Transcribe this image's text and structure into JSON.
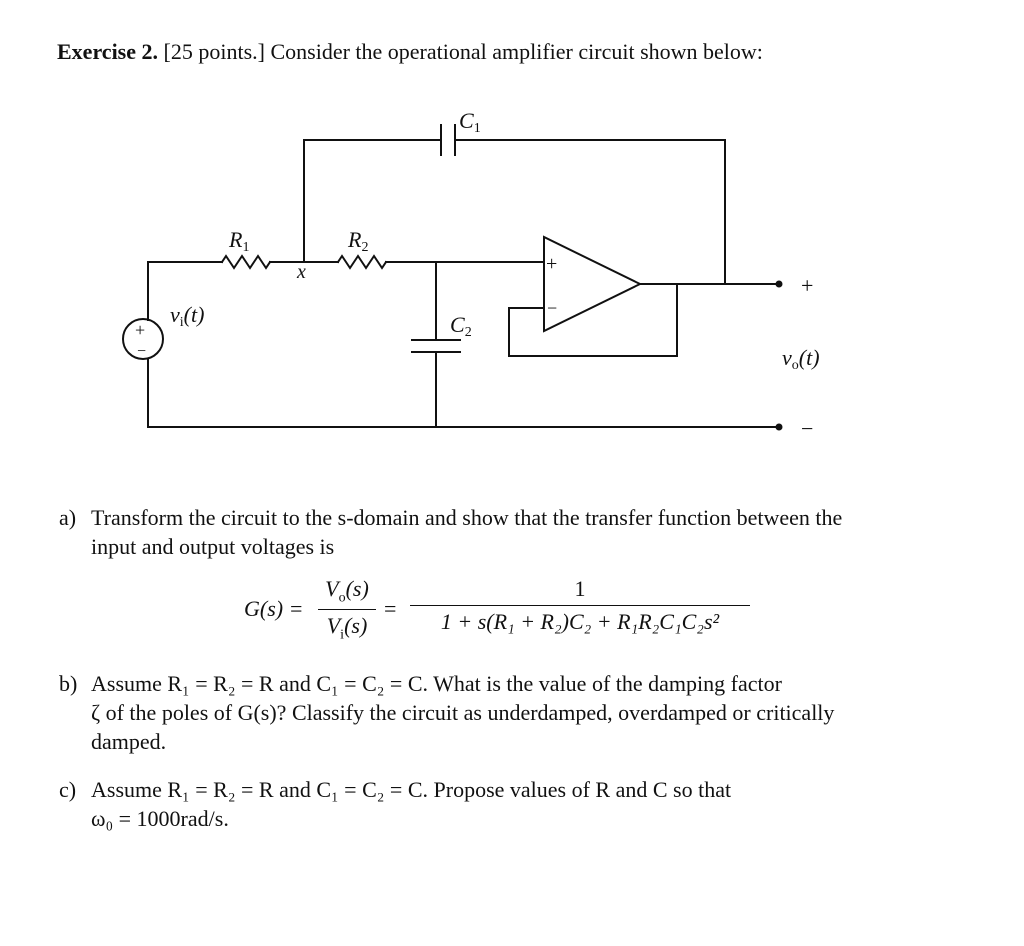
{
  "exercise": {
    "label": "Exercise 2.",
    "points": "[25 points.]",
    "prompt": "Consider the operational amplifier circuit shown below:"
  },
  "circuit": {
    "labels": {
      "c1": "C",
      "c1_sub": "1",
      "r1": "R",
      "r1_sub": "1",
      "r2": "R",
      "r2_sub": "2",
      "node_x": "x",
      "vi": "v",
      "vi_sub": "i",
      "vi_arg": "(t)",
      "c2": "C",
      "c2_sub": "2",
      "plus": "+",
      "vo": "v",
      "vo_sub": "o",
      "vo_arg": "(t)",
      "minus": "−",
      "opamp_plus": "+",
      "opamp_minus": "−",
      "src_plus": "+",
      "src_minus": "−"
    }
  },
  "part_a": {
    "tag": "a)",
    "line1": "Transform the circuit to the s-domain and show that the transfer function between the",
    "line2": "input and output voltages is",
    "lhs": "G(s) =",
    "num1": "V",
    "num1_sub": "o",
    "num1_arg": "(s)",
    "den1": "V",
    "den1_sub": "i",
    "den1_arg": "(s)",
    "eq": "=",
    "num2": "1",
    "den2": "1 + s(R₁ + R₂)C₂ + R₁R₂C₁C₂s²"
  },
  "part_b": {
    "tag": "b)",
    "line1": "Assume R₁ = R₂ = R and C₁ = C₂ = C. What is the value of the damping factor",
    "line2": "ζ of the poles of G(s)? Classify the circuit as underdamped, overdamped or critically",
    "line3": "damped."
  },
  "part_c": {
    "tag": "c)",
    "line1": "Assume R₁ = R₂ = R and C₁ = C₂ = C. Propose values of R and C so that",
    "line2": "ω₀ = 1000rad/s."
  }
}
